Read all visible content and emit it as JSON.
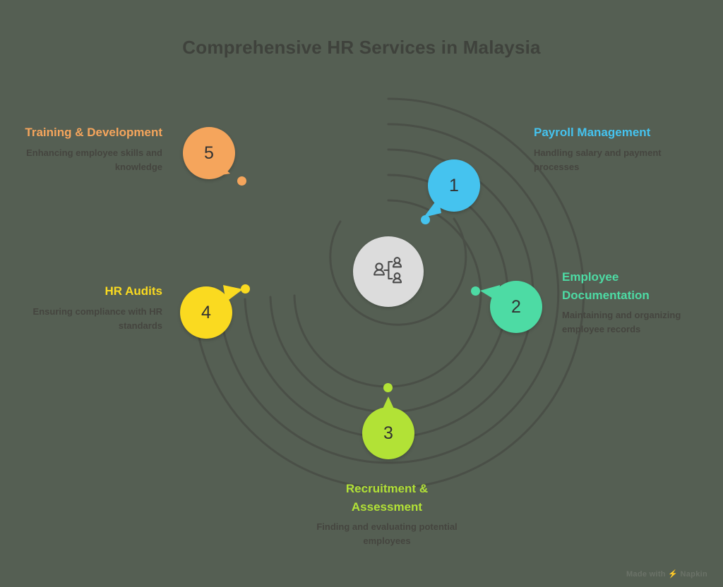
{
  "title": "Comprehensive HR Services in Malaysia",
  "background_color": "#555f53",
  "title_color": "#3f423c",
  "desc_color": "#45453f",
  "arc_color": "#4a4f47",
  "hub": {
    "icon": "org-chart-people-icon",
    "color": "#dcdcdc"
  },
  "watermark": "Made with ⚡ Napkin",
  "steps": [
    {
      "number": "1",
      "heading": "Payroll Management",
      "description": "Handling salary and payment processes",
      "color": "#45c3ef",
      "align": "left"
    },
    {
      "number": "2",
      "heading": "Employee Documentation",
      "description": "Maintaining and organizing employee records",
      "color": "#4ddba4",
      "align": "left"
    },
    {
      "number": "3",
      "heading": "Recruitment & Assessment",
      "description": "Finding and evaluating potential employees",
      "color": "#b2e236",
      "align": "center"
    },
    {
      "number": "4",
      "heading": "HR Audits",
      "description": "Ensuring compliance with HR standards",
      "color": "#fada20",
      "align": "right"
    },
    {
      "number": "5",
      "heading": "Training & Development",
      "description": "Enhancing employee skills and knowledge",
      "color": "#f5a košice"
    }
  ]
}
